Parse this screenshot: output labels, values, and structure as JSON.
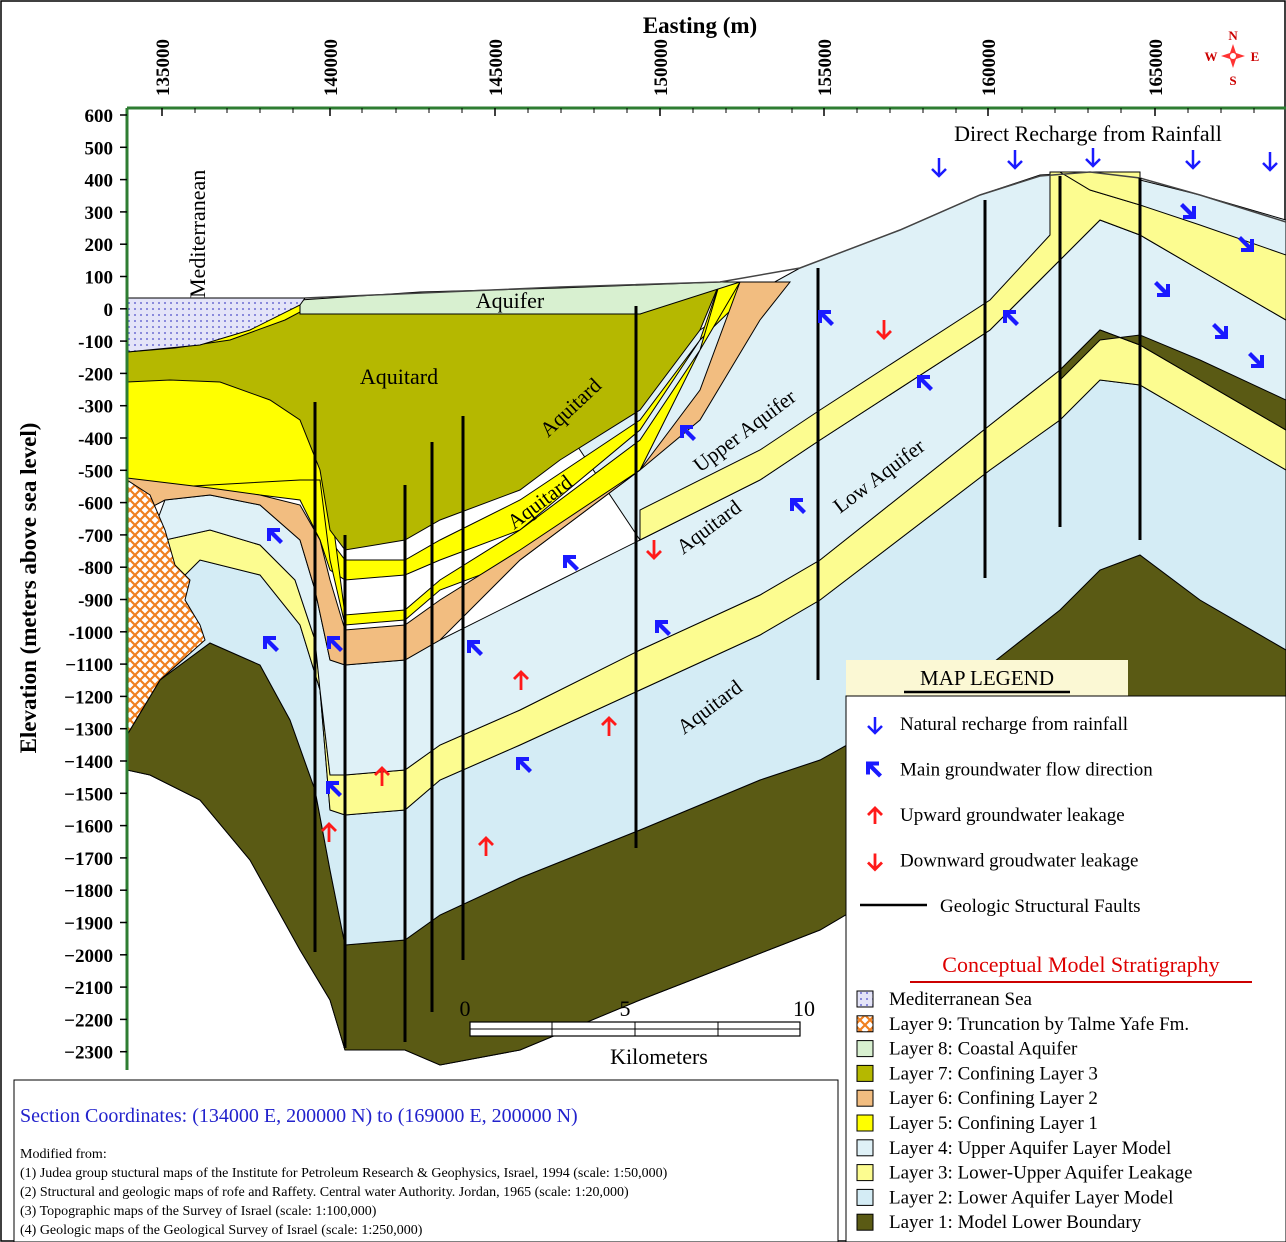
{
  "title": "Easting (m)",
  "y_axis_title": "Elevation (meters above sea level)",
  "x_ticks": [
    "135000",
    "140000",
    "145000",
    "150000",
    "155000",
    "160000",
    "165000"
  ],
  "y_ticks": [
    "600",
    "500",
    "400",
    "300",
    "200",
    "100",
    "0",
    "-100",
    "-200",
    "-300",
    "-400",
    "-500",
    "-600",
    "-700",
    "-800",
    "-900",
    "-1000",
    "−1100",
    "−1200",
    "−1300",
    "−1400",
    "−1500",
    "−1600",
    "−1700",
    "−1800",
    "−1900",
    "−2000",
    "−2100",
    "−2200",
    "−2300"
  ],
  "compass": {
    "n": "N",
    "s": "S",
    "e": "E",
    "w": "W"
  },
  "labels": {
    "mediterranean": "Mediterranean",
    "aquifer": "Aquifer",
    "aquitard_main": "Aquitard",
    "aquitard_1": "Aquitard",
    "aquitard_2": "Aquitard",
    "aquitard_3": "Aquitard",
    "aquitard_4": "Aquitard",
    "upper_aquifer": "Upper Aquifer",
    "low_aquifer": "Low Aquifer",
    "direct_recharge": "Direct Recharge from Rainfall"
  },
  "scale_bar": {
    "t0": "0",
    "t5": "5",
    "t10": "10",
    "unit": "Kilometers"
  },
  "map_legend": {
    "title": "MAP LEGEND",
    "items": [
      {
        "label": "Natural recharge from rainfall",
        "icon": "recharge-arrow-icon",
        "color": "#1a1aff"
      },
      {
        "label": "Main groundwater flow direction",
        "icon": "flow-arrow-icon",
        "color": "#1a1aff"
      },
      {
        "label": "Upward groundwater leakage",
        "icon": "upward-arrow-icon",
        "color": "#ff1a1a"
      },
      {
        "label": "Downward groudwater leakage",
        "icon": "downward-arrow-icon",
        "color": "#ff1a1a"
      },
      {
        "label": "Geologic Structural Faults",
        "icon": "fault-line-icon",
        "color": "#000000"
      }
    ]
  },
  "stratigraphy": {
    "title": "Conceptual Model Stratigraphy",
    "title_color": "#dd0000",
    "items": [
      {
        "label": "Mediterranean Sea",
        "color": "#dcdcf5"
      },
      {
        "label": "Layer 9: Truncation by Talme Yafe Fm.",
        "color": "#f5a050"
      },
      {
        "label": "Layer 8: Coastal Aquifer",
        "color": "#d8f0d0"
      },
      {
        "label": "Layer 7: Confining Layer 3",
        "color": "#b5b800"
      },
      {
        "label": "Layer 6: Confining Layer 2",
        "color": "#f2bd80"
      },
      {
        "label": "Layer 5: Confining Layer 1",
        "color": "#ffff00"
      },
      {
        "label": "Layer 4: Upper Aquifer Layer Model",
        "color": "#dff1f7"
      },
      {
        "label": "Layer 3: Lower-Upper Aquifer Leakage",
        "color": "#fcfc90"
      },
      {
        "label": "Layer 2: Lower Aquifer Layer Model",
        "color": "#d4ecf5"
      },
      {
        "label": "Layer 1: Model Lower Boundary",
        "color": "#5a5a14"
      }
    ]
  },
  "section_coordinates": "Section Coordinates: (134000 E, 200000 N) to (169000 E, 200000 N)",
  "sources": {
    "heading": "Modified from:",
    "items": [
      "(1) Judea group stuctural maps of the Institute for Petroleum Research & Geophysics, Israel, 1994 (scale: 1:50,000)",
      "(2) Structural and geologic maps of rofe and Raffety. Central water Authority. Jordan, 1965 (scale: 1:20,000)",
      "(3) Topographic maps of the Survey of Israel (scale: 1:100,000)",
      "(4) Geologic maps of the Geological Survey of Israel (scale: 1:250,000)"
    ]
  },
  "colors": {
    "sea": "#dcdcf5",
    "layer9": "#f5a050",
    "layer8": "#d8f0d0",
    "layer7": "#b5b800",
    "layer6": "#f2bd80",
    "layer5": "#ffff00",
    "layer4": "#dff1f7",
    "layer3": "#fcfc90",
    "layer2": "#d4ecf5",
    "layer1": "#5a5a14",
    "axis": "#2e7d32",
    "blue_arrow": "#1a1aff",
    "red_arrow": "#ff1a1a"
  }
}
